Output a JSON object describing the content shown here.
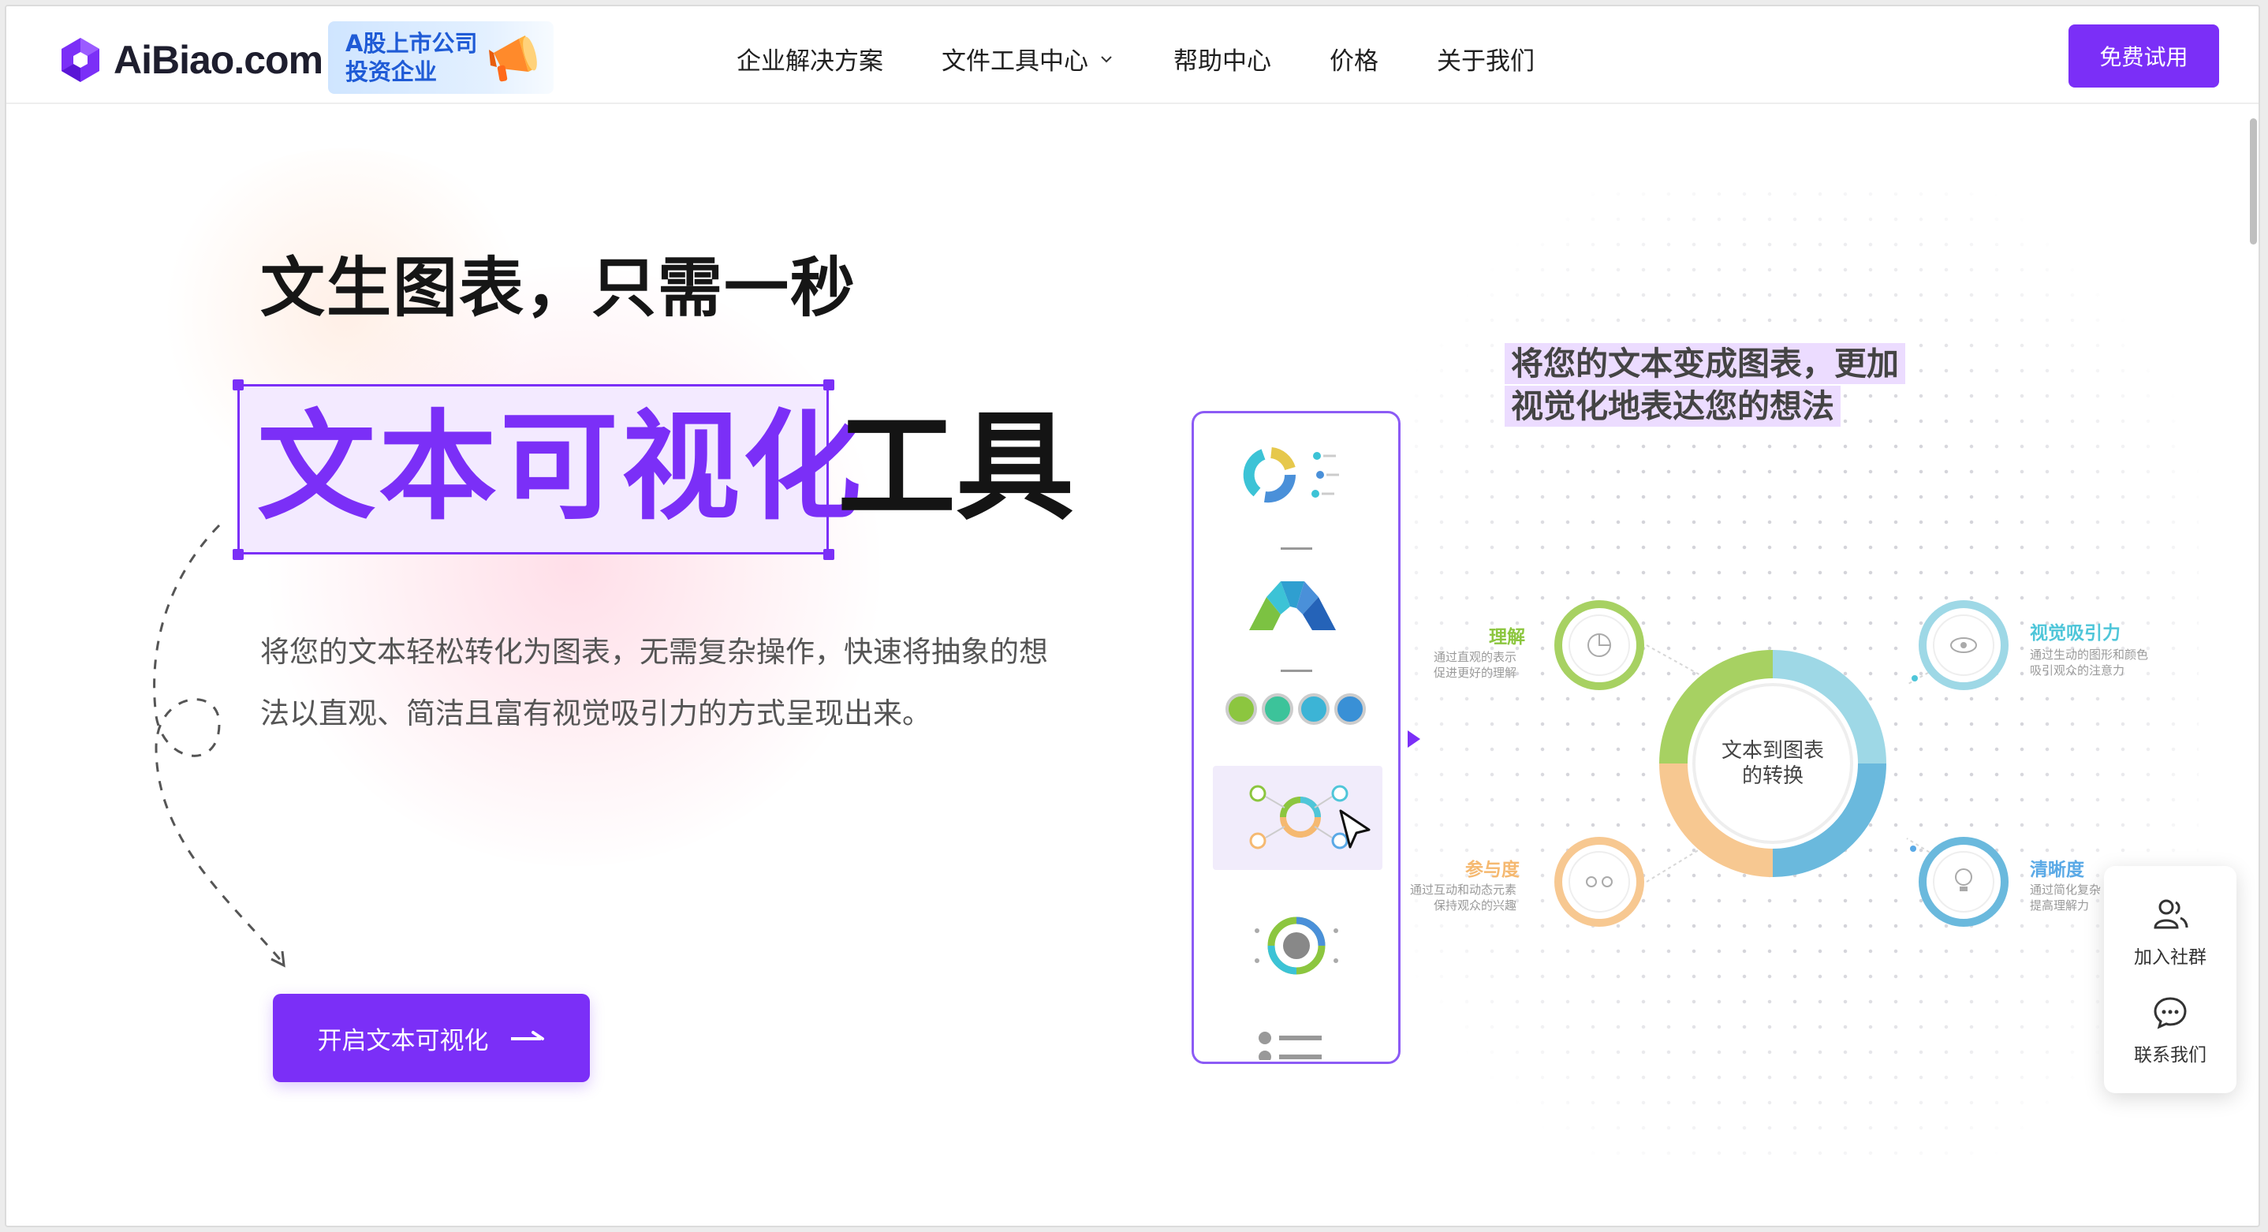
{
  "header": {
    "logo_text": "AiBiao.com",
    "badge_text": "A股上市公司投资企业",
    "nav": [
      {
        "label": "企业解决方案"
      },
      {
        "label": "文件工具中心"
      },
      {
        "label": "帮助中心"
      },
      {
        "label": "价格"
      },
      {
        "label": "关于我们"
      }
    ],
    "cta": "免费试用"
  },
  "hero": {
    "title": "文生图表，只需一秒",
    "highlight": "文本可视化",
    "highlight_tail": "工具",
    "description": "将您的文本轻松转化为图表，无需复杂操作，快速将抽象的想法以直观、简洁且富有视觉吸引力的方式呈现出来。",
    "cta": "开启文本可视化"
  },
  "illustration": {
    "quote_line1": "将您的文本变成图表，更加",
    "quote_line2": "视觉化地表达您的想法",
    "center": "文本到图表的转换",
    "nodes": [
      {
        "title": "理解",
        "desc1": "通过直观的表示",
        "desc2": "促进更好的理解",
        "color": "#8cc63f"
      },
      {
        "title": "参与度",
        "desc1": "通过互动和动态元素",
        "desc2": "保持观众的兴趣",
        "color": "#f5b971"
      },
      {
        "title": "视觉吸引力",
        "desc1": "通过生动的图形和颜色",
        "desc2": "吸引观众的注意力",
        "color": "#4fc6d9"
      },
      {
        "title": "清晰度",
        "desc1": "通过简化复杂",
        "desc2": "提高理解力",
        "color": "#5aa9e6"
      }
    ]
  },
  "float_widget": {
    "join_label": "加入社群",
    "contact_label": "联系我们"
  },
  "colors": {
    "accent": "#7b2ff7",
    "highlight_bg": "#f3eaff"
  }
}
